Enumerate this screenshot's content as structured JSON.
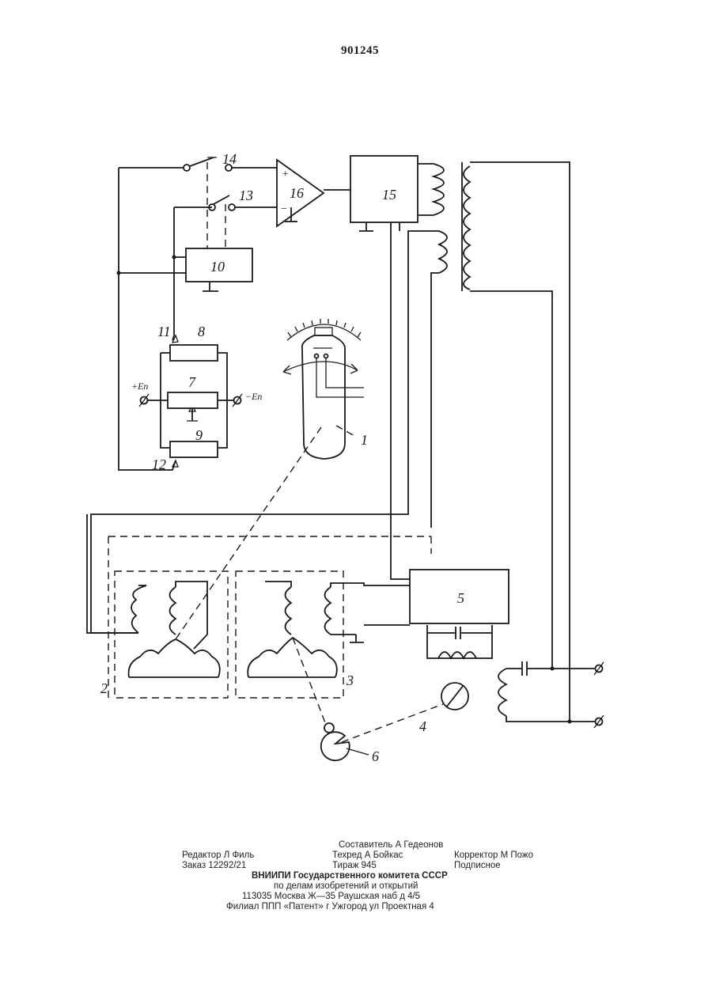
{
  "document": {
    "patent_number": "901245"
  },
  "diagram": {
    "labels": {
      "l1": "1",
      "l2": "2",
      "l3": "3",
      "l4": "4",
      "l5": "5",
      "l6": "6",
      "l7": "7",
      "l8": "8",
      "l9": "9",
      "l10": "10",
      "l11": "11",
      "l12": "12",
      "l13": "13",
      "l14": "14",
      "l15": "15",
      "l16": "16",
      "plus": "+",
      "minus": "−",
      "ep_left": "+Eп",
      "ep_right": "−Eп"
    }
  },
  "colophon": {
    "compiler": "Составитель А Гедеонов",
    "editor": "Редактор Л Филь",
    "techred": "Техред А Бойкас",
    "corrector": "Корректор М Пожо",
    "order": "Заказ 12292/21",
    "circulation": "Тираж 945",
    "subscription": "Подписное",
    "org_line1": "ВНИИПИ Государственного комитета СССР",
    "org_line2": "по делам изобретений и открытий",
    "address": "113035 Москва Ж—35 Раушская наб д 4/5",
    "branch": "Филиал ППП «Патент» г Ужгород ул Проектная 4"
  }
}
